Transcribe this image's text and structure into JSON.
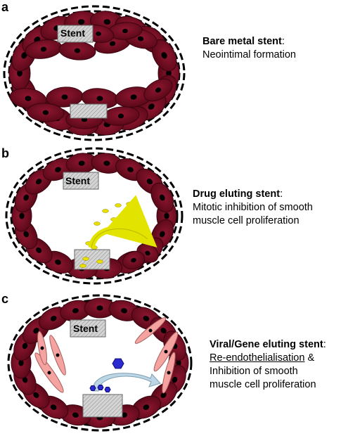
{
  "panels": [
    {
      "letter": "a",
      "stent_label": "Stent",
      "title": "Bare metal stent",
      "title_suffix": ":",
      "lines": [
        "Neointimal formation"
      ]
    },
    {
      "letter": "b",
      "stent_label": "Stent",
      "title": "Drug eluting stent",
      "title_suffix": ":",
      "lines": [
        "Mitotic inhibition of smooth",
        "muscle cell proliferation"
      ]
    },
    {
      "letter": "c",
      "stent_label": "Stent",
      "title": "Viral/Gene eluting stent",
      "title_suffix": ":",
      "underlined": "Re-endothelialisation",
      "after_underlined": " &",
      "lines": [
        "Inhibition of smooth",
        "muscle cell proliferation"
      ]
    }
  ],
  "colors": {
    "cell": "#7a0f24",
    "cell_dark": "#4a0512",
    "nucleus": "#000000",
    "vessel_ring": "#000000",
    "stent_fill": "#c8c8c8",
    "drug": "#e8e000",
    "endothelial": "#f4a3a0",
    "gene_vector": "#2a2ad0",
    "arrow_yellow": "#e3e300",
    "arrow_blue": "#bcd6e6"
  }
}
